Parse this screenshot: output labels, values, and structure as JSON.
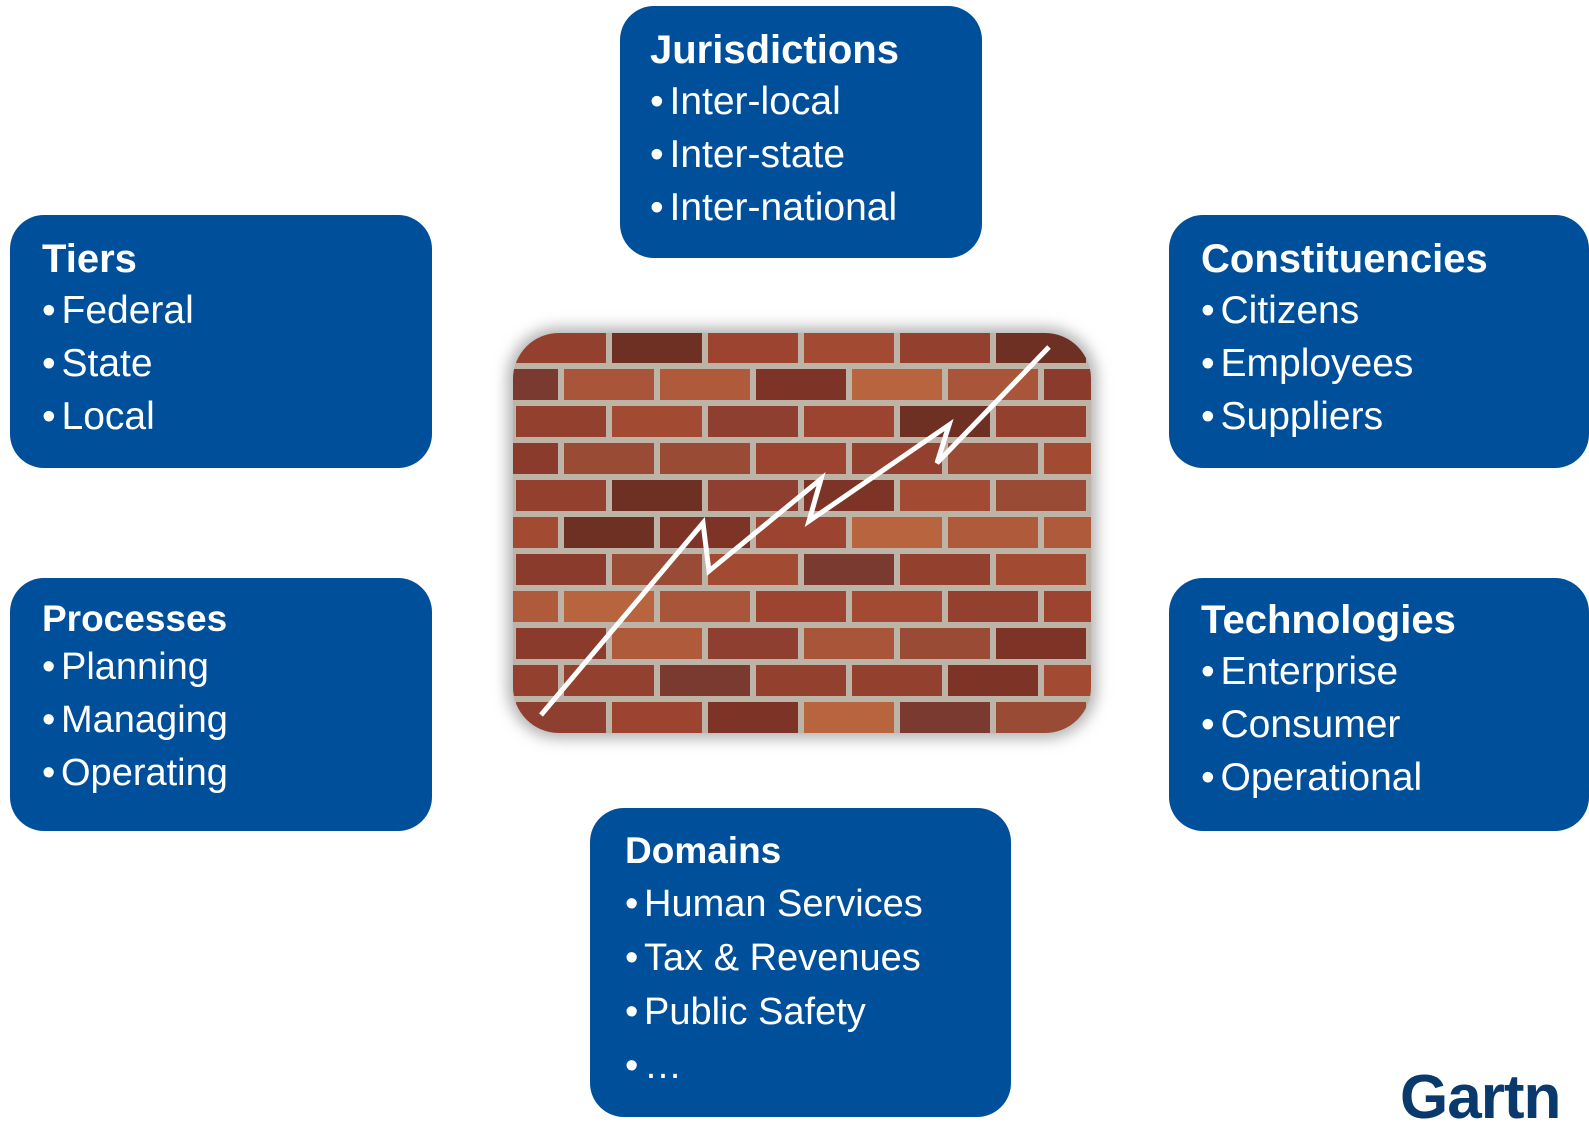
{
  "boxes": {
    "jurisdictions": {
      "title": "Jurisdictions",
      "items": [
        "Inter-local",
        "Inter-state",
        "Inter-national"
      ]
    },
    "tiers": {
      "title": "Tiers",
      "items": [
        "Federal",
        "State",
        "Local"
      ]
    },
    "processes": {
      "title": "Processes",
      "items": [
        "Planning",
        "Managing",
        "Operating"
      ]
    },
    "constituencies": {
      "title": "Constituencies",
      "items": [
        "Citizens",
        "Employees",
        "Suppliers"
      ]
    },
    "technologies": {
      "title": "Technologies",
      "items": [
        "Enterprise",
        "Consumer",
        "Operational"
      ]
    },
    "domains": {
      "title": "Domains",
      "items": [
        "Human Services",
        "Tax & Revenues",
        "Public Safety",
        "…"
      ]
    }
  },
  "center_image": {
    "subject": "red brick wall with a white zigzag upward arrow"
  },
  "brand": {
    "text": "Gartn"
  },
  "colors": {
    "box_fill": "#004f9a",
    "box_text": "#ffffff",
    "brand_text": "#0a3a6b",
    "crack_line": "#ffffff"
  }
}
